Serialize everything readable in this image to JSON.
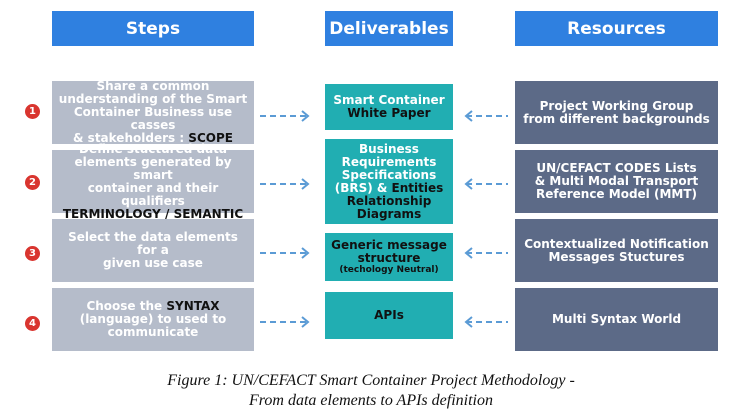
{
  "headers": {
    "steps": "Steps",
    "deliverables": "Deliverables",
    "resources": "Resources"
  },
  "rows": [
    {
      "number": "1",
      "step": [
        "Share a common",
        "understanding of the Smart",
        "Container Business use casses"
      ],
      "step_last_plain": "& stakeholders : ",
      "step_last_dark": "SCOPE",
      "deliverable_plain": [
        "Smart Container"
      ],
      "deliverable_dark": [
        "White Paper"
      ],
      "resource": [
        "Project Working Group",
        "from different backgrounds"
      ]
    },
    {
      "number": "2",
      "step": [
        "Define stuctured data",
        "elements generated by smart",
        "container and their qualifiers"
      ],
      "step_dark_line": "TERMINOLOGY / SEMANTIC",
      "deliverable_lines": [
        "Business",
        "Requirements",
        "Specifications"
      ],
      "deliverable_mixed_plain": "(BRS) & ",
      "deliverable_mixed_dark": "Entities",
      "deliverable_dark": [
        "Relationship",
        "Diagrams"
      ],
      "resource": [
        "UN/CEFACT CODES Lists",
        "& Multi Modal Transport",
        "Reference Model (MMT)"
      ]
    },
    {
      "number": "3",
      "step": [
        "Select the data elements for a",
        "given use case"
      ],
      "deliverable_dark": [
        "Generic message",
        "structure"
      ],
      "deliverable_note": "(techology Neutral)",
      "resource": [
        "Contextualized Notification",
        "Messages Stuctures"
      ]
    },
    {
      "number": "4",
      "step_first_plain": "Choose the ",
      "step_first_dark": "SYNTAX",
      "step": [
        "(language) to used to",
        "communicate"
      ],
      "deliverable_dark": [
        "APIs"
      ],
      "resource": [
        "Multi Syntax World"
      ]
    }
  ],
  "caption": {
    "line1": "Figure 1: UN/CEFACT Smart Container Project Methodology -",
    "line2": "From data elements to APIs definition"
  },
  "colors": {
    "header_blue": "#2f80e0",
    "step_grey": "#b5bcca",
    "deliverable_teal": "#21aeb2",
    "resource_slate": "#5c6a87",
    "arrow_blue": "#5b9bd5",
    "number_red": "#d9352f"
  }
}
